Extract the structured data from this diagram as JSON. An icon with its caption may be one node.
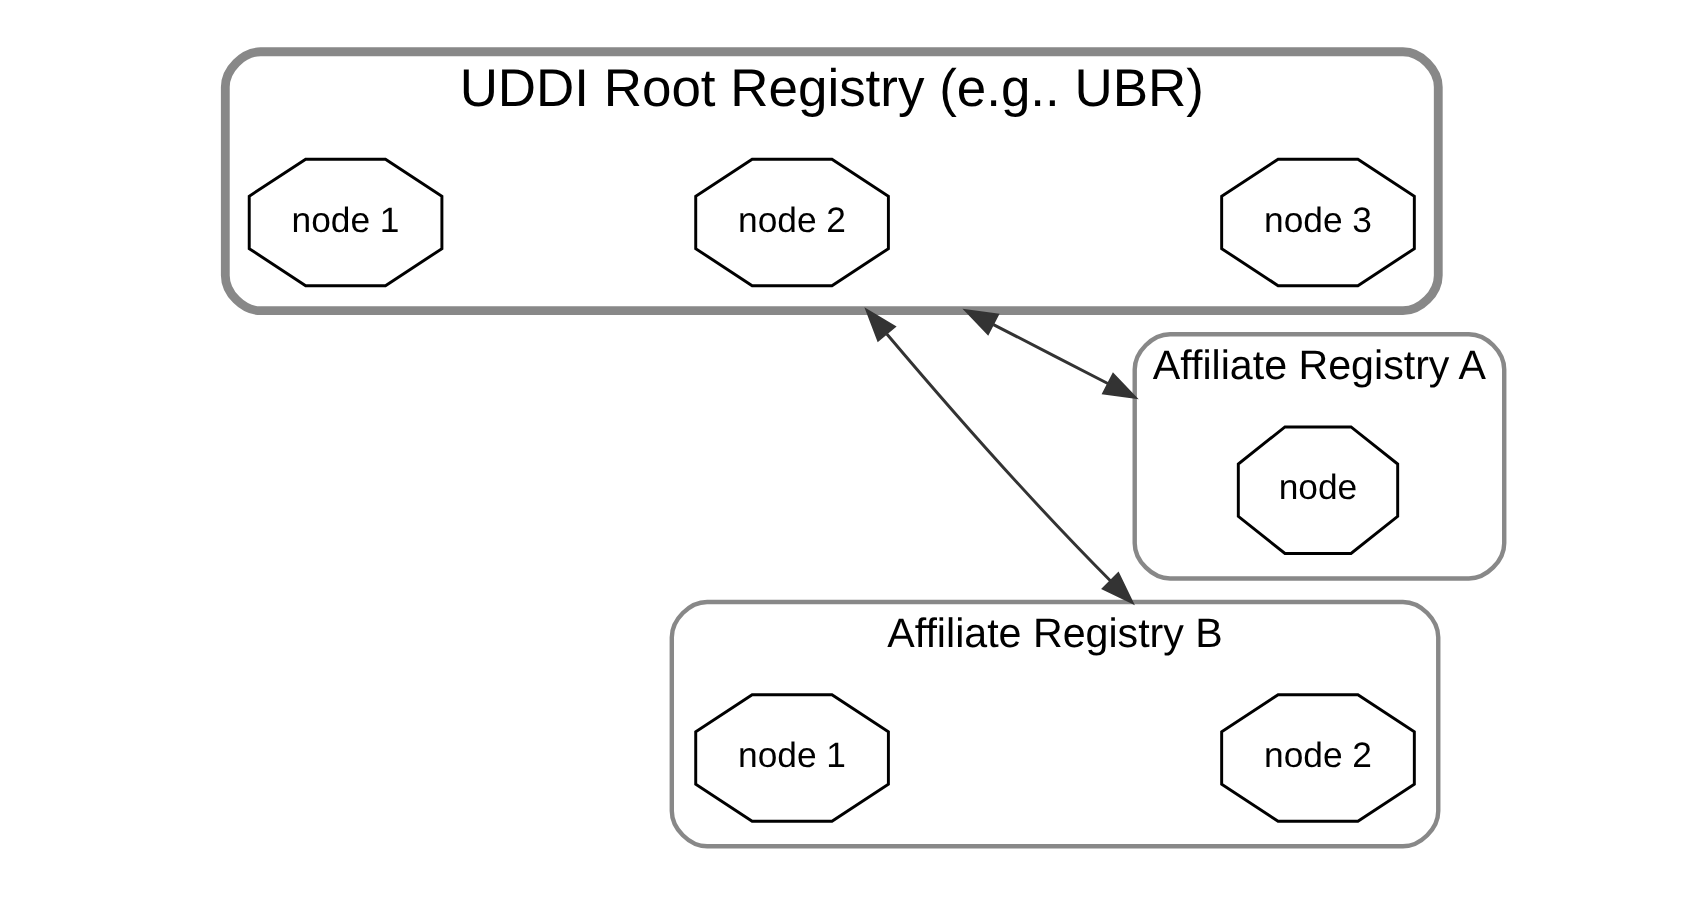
{
  "diagram": {
    "nodes": [
      {
        "text": [
          "UDDI Root Registry (e.g.. UBR)"
        ]
      },
      {
        "text": [
          "node 1"
        ],
        "in": 0
      },
      {
        "text": [
          "node 2"
        ],
        "in": 0
      },
      {
        "text": [
          "node 3"
        ],
        "in": 0
      },
      {
        "text": [
          "Affiliate Registry A"
        ]
      },
      {
        "text": [
          "node"
        ],
        "in": 4
      },
      {
        "text": [
          "Affiliate Registry B"
        ]
      },
      {
        "text": [
          "node 1"
        ],
        "in": 6
      },
      {
        "text": [
          "node 2"
        ],
        "in": 6
      }
    ],
    "edges": [
      {
        "from": 0,
        "to": 4,
        "arrow": "both"
      },
      {
        "from": 0,
        "to": 6,
        "arrow": "both"
      }
    ]
  }
}
